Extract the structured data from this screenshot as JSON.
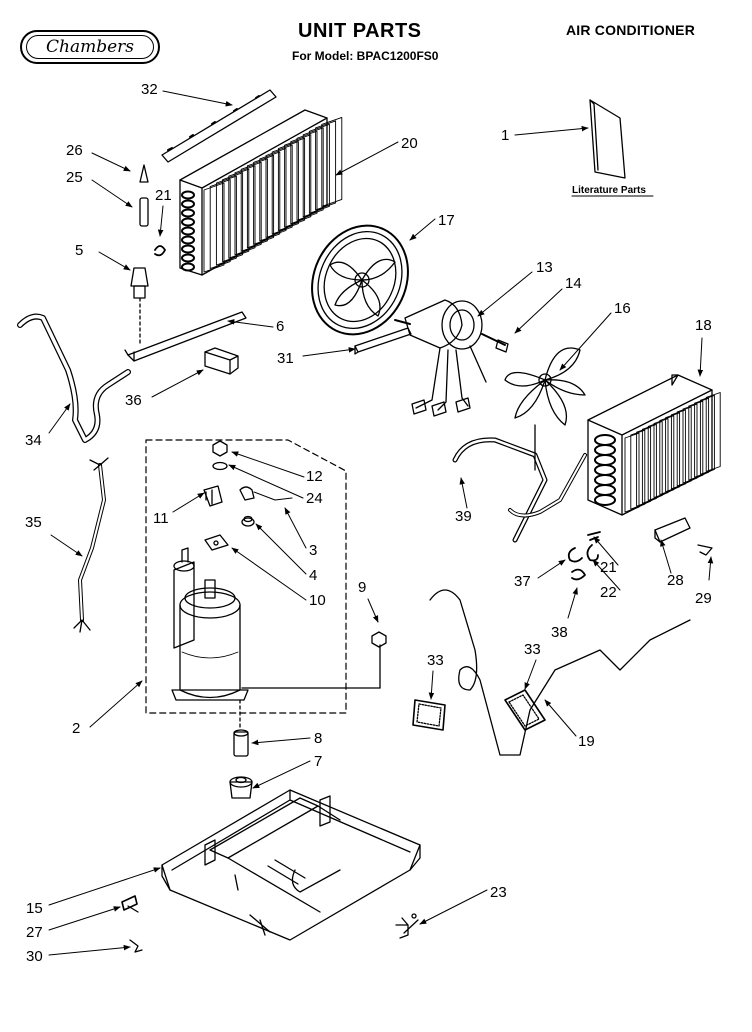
{
  "header": {
    "title": "UNIT PARTS",
    "model_line": "For Model: BPAC1200FS0",
    "category": "AIR CONDITIONER",
    "brand_logo": "Chambers"
  },
  "diagram": {
    "literature_label": "Literature Parts",
    "callouts": [
      "1",
      "2",
      "5",
      "6",
      "7",
      "8",
      "9",
      "10",
      "11",
      "12",
      "13",
      "14",
      "15",
      "16",
      "17",
      "18",
      "19",
      "20",
      "21",
      "21",
      "22",
      "23",
      "24",
      "25",
      "26",
      "27",
      "28",
      "29",
      "30",
      "31",
      "32",
      "33",
      "33",
      "34",
      "35",
      "36",
      "37",
      "38",
      "39",
      "3",
      "4"
    ]
  },
  "colors": {
    "ink": "#000000",
    "paper": "#ffffff"
  }
}
